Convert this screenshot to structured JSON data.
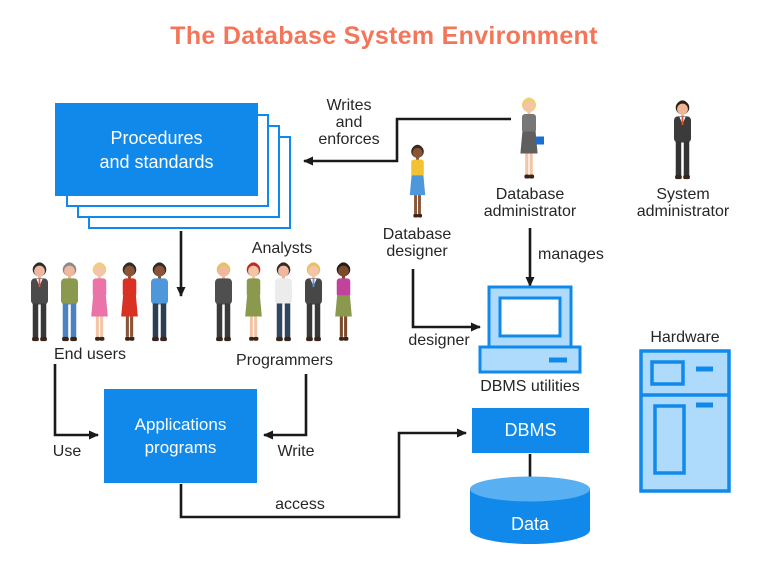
{
  "title": {
    "text": "The Database System Environment"
  },
  "colors": {
    "blue_primary": "#1189EA",
    "blue_light_fill": "#AEDAFB",
    "cylinder_top": "#58AFF1",
    "title_coral": "#F4765A",
    "line_black": "#1a1a1a",
    "label_ink": "#262626"
  },
  "nodes": {
    "procedures": [
      "Procedures",
      "and standards"
    ],
    "applications": [
      "Applications",
      "programs"
    ],
    "dbms": "DBMS",
    "data": "Data"
  },
  "labels": {
    "writes_enforces": [
      "Writes",
      "and",
      "enforces"
    ],
    "database_designer": [
      "Database",
      "designer"
    ],
    "database_administrator": [
      "Database",
      "administrator"
    ],
    "system_administrator": [
      "System",
      "administrator"
    ],
    "analysts": "Analysts",
    "programmers": "Programmers",
    "end_users": "End users",
    "manages": "manages",
    "designer": "designer",
    "use": "Use",
    "write": "Write",
    "access": "access",
    "dbms_utilities": "DBMS utilities",
    "hardware": "Hardware"
  },
  "people": {
    "end_users": [
      {
        "style": "suit",
        "skin": "#EFB79D",
        "hair": "#2B2B2B",
        "top": "#4B4B4B",
        "bottom": "#383838",
        "tie": "#E2512F"
      },
      {
        "style": "pants",
        "skin": "#EFB79D",
        "hair": "#8A8A8A",
        "top": "#8A994D",
        "bottom": "#4A82C4"
      },
      {
        "style": "dress",
        "skin": "#F3C5A7",
        "hair": "#EFCF6E",
        "top": "#EA74A8",
        "bottom": "#EA74A8"
      },
      {
        "style": "dress",
        "skin": "#8A5436",
        "hair": "#2B2B2B",
        "top": "#DA3125",
        "bottom": "#DA3125"
      },
      {
        "style": "pants",
        "skin": "#8A5436",
        "hair": "#2B2B2B",
        "top": "#4E97DA",
        "bottom": "#2C3E54"
      }
    ],
    "analysts_programmers": [
      {
        "style": "pants",
        "skin": "#EFB79D",
        "hair": "#E6C25F",
        "top": "#4F4F4F",
        "bottom": "#3A3A3A"
      },
      {
        "style": "dress",
        "skin": "#F3C5A7",
        "hair": "#C3291F",
        "top": "#8A994D",
        "bottom": "#8A994D"
      },
      {
        "style": "pants",
        "skin": "#EFB79D",
        "hair": "#332A24",
        "top": "#ECECEC",
        "bottom": "#31455E"
      },
      {
        "style": "suit",
        "skin": "#F3C5A7",
        "hair": "#E6C25F",
        "top": "#474747",
        "bottom": "#383838",
        "tie": "#4E97DA"
      },
      {
        "style": "dress",
        "skin": "#7C4A2D",
        "hair": "#241D18",
        "top": "#C2439B",
        "bottom": "#8A994D"
      }
    ],
    "database_designer": {
      "style": "dress",
      "skin": "#8A5436",
      "hair": "#3C2A1E",
      "top": "#F3C233",
      "bottom": "#4E97DA"
    },
    "database_administrator": {
      "style": "dress",
      "skin": "#F3C5A7",
      "hair": "#EFCF6E",
      "top": "#777777",
      "bottom": "#5F5F5F",
      "accessory": "briefcase",
      "accessory_color": "#1B6ED2"
    },
    "system_administrator": {
      "style": "suit",
      "skin": "#EEB694",
      "hair": "#2E2018",
      "top": "#3B3B3B",
      "bottom": "#333333",
      "tie": "#E2512F"
    }
  }
}
